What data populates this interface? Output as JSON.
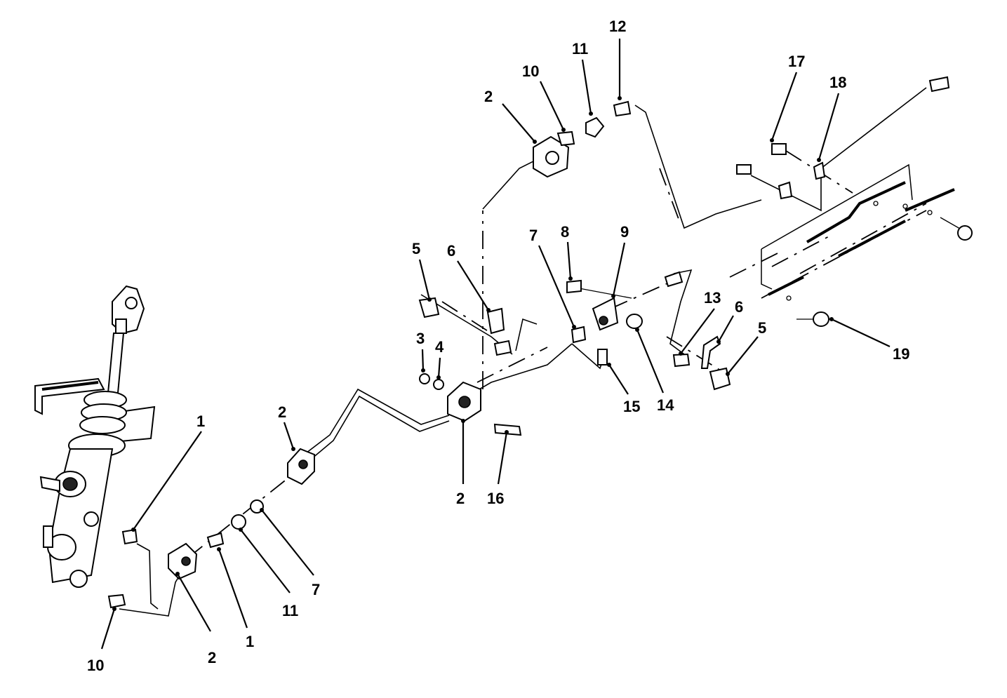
{
  "diagram": {
    "type": "exploded-parts-view",
    "callouts": [
      {
        "id": "c1",
        "label": "1"
      },
      {
        "id": "c2",
        "label": "1"
      },
      {
        "id": "c3",
        "label": "2"
      },
      {
        "id": "c4",
        "label": "2"
      },
      {
        "id": "c5",
        "label": "2"
      },
      {
        "id": "c6",
        "label": "2"
      },
      {
        "id": "c7",
        "label": "3"
      },
      {
        "id": "c8",
        "label": "4"
      },
      {
        "id": "c9",
        "label": "5"
      },
      {
        "id": "c10",
        "label": "5"
      },
      {
        "id": "c11",
        "label": "6"
      },
      {
        "id": "c12",
        "label": "6"
      },
      {
        "id": "c13",
        "label": "7"
      },
      {
        "id": "c14",
        "label": "7"
      },
      {
        "id": "c15",
        "label": "8"
      },
      {
        "id": "c16",
        "label": "9"
      },
      {
        "id": "c17",
        "label": "10"
      },
      {
        "id": "c18",
        "label": "10"
      },
      {
        "id": "c19",
        "label": "11"
      },
      {
        "id": "c20",
        "label": "11"
      },
      {
        "id": "c21",
        "label": "12"
      },
      {
        "id": "c22",
        "label": "13"
      },
      {
        "id": "c23",
        "label": "14"
      },
      {
        "id": "c24",
        "label": "15"
      },
      {
        "id": "c25",
        "label": "16"
      },
      {
        "id": "c26",
        "label": "17"
      },
      {
        "id": "c27",
        "label": "18"
      },
      {
        "id": "c28",
        "label": "19"
      }
    ],
    "colors": {
      "ink": "#000000",
      "paper": "#ffffff"
    }
  }
}
